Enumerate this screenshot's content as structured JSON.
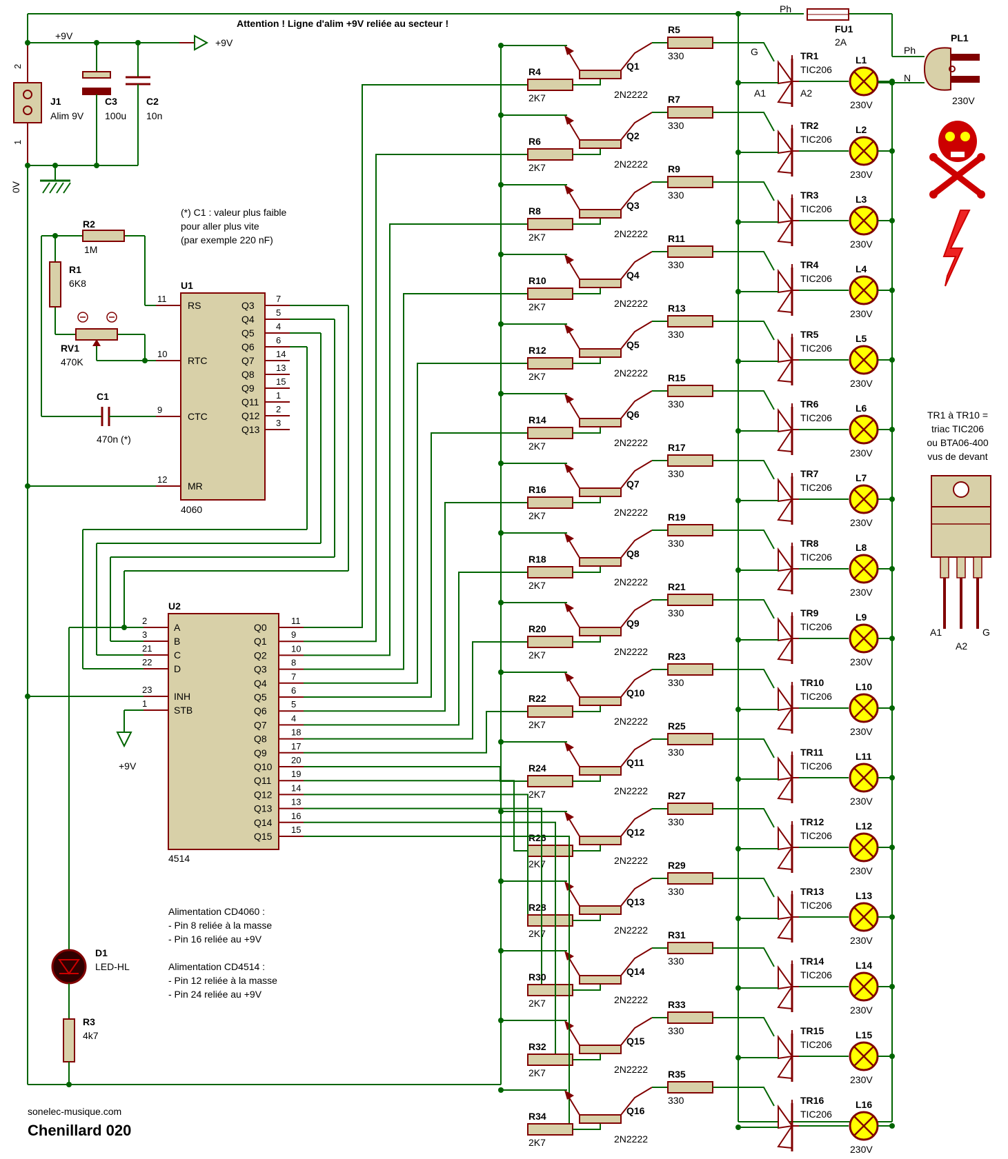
{
  "header": {
    "warning": "Attention ! Ligne d'alim +9V reliée au secteur !"
  },
  "net": {
    "nine_v": "+9V",
    "zero_v": "0V",
    "ph": "Ph",
    "n": "N"
  },
  "fuse": {
    "ref": "FU1",
    "val": "2A"
  },
  "plug": {
    "ref": "PL1",
    "val": "230V"
  },
  "j1": {
    "ref": "J1",
    "val": "Alim 9V",
    "pin1": "1",
    "pin2": "2"
  },
  "c3": {
    "ref": "C3",
    "val": "100u"
  },
  "c2": {
    "ref": "C2",
    "val": "10n"
  },
  "c1": {
    "ref": "C1",
    "val": "470n (*)"
  },
  "r1": {
    "ref": "R1",
    "val": "6K8"
  },
  "r2": {
    "ref": "R2",
    "val": "1M"
  },
  "rv1": {
    "ref": "RV1",
    "val": "470K"
  },
  "d1": {
    "ref": "D1",
    "val": "LED-HL"
  },
  "r3": {
    "ref": "R3",
    "val": "4k7"
  },
  "c1note": [
    "(*) C1 : valeur plus faible",
    "pour aller plus vite",
    "(par exemple 220 nF)"
  ],
  "u1": {
    "ref": "U1",
    "part": "4060",
    "left": [
      {
        "n": "11",
        "l": "RS"
      },
      {
        "n": "10",
        "l": "RTC"
      },
      {
        "n": "9",
        "l": "CTC"
      },
      {
        "n": "12",
        "l": "MR"
      }
    ],
    "right": [
      {
        "n": "7",
        "l": "Q3"
      },
      {
        "n": "5",
        "l": "Q4"
      },
      {
        "n": "4",
        "l": "Q5"
      },
      {
        "n": "6",
        "l": "Q6"
      },
      {
        "n": "14",
        "l": "Q7"
      },
      {
        "n": "13",
        "l": "Q8"
      },
      {
        "n": "15",
        "l": "Q9"
      },
      {
        "n": "1",
        "l": "Q11"
      },
      {
        "n": "2",
        "l": "Q12"
      },
      {
        "n": "3",
        "l": "Q13"
      }
    ]
  },
  "u2": {
    "ref": "U2",
    "part": "4514",
    "left": [
      {
        "n": "2",
        "l": "A"
      },
      {
        "n": "3",
        "l": "B"
      },
      {
        "n": "21",
        "l": "C"
      },
      {
        "n": "22",
        "l": "D"
      },
      {
        "n": "23",
        "l": "INH"
      },
      {
        "n": "1",
        "l": "STB"
      }
    ],
    "right": [
      {
        "n": "11",
        "l": "Q0"
      },
      {
        "n": "9",
        "l": "Q1"
      },
      {
        "n": "10",
        "l": "Q2"
      },
      {
        "n": "8",
        "l": "Q3"
      },
      {
        "n": "7",
        "l": "Q4"
      },
      {
        "n": "6",
        "l": "Q5"
      },
      {
        "n": "5",
        "l": "Q6"
      },
      {
        "n": "4",
        "l": "Q7"
      },
      {
        "n": "18",
        "l": "Q8"
      },
      {
        "n": "17",
        "l": "Q9"
      },
      {
        "n": "20",
        "l": "Q10"
      },
      {
        "n": "19",
        "l": "Q11"
      },
      {
        "n": "14",
        "l": "Q12"
      },
      {
        "n": "13",
        "l": "Q13"
      },
      {
        "n": "16",
        "l": "Q14"
      },
      {
        "n": "15",
        "l": "Q15"
      }
    ]
  },
  "channels": [
    {
      "rb": "R4",
      "rc": "R5",
      "q": "Q1",
      "tr": "TR1",
      "l": "L1"
    },
    {
      "rb": "R6",
      "rc": "R7",
      "q": "Q2",
      "tr": "TR2",
      "l": "L2"
    },
    {
      "rb": "R8",
      "rc": "R9",
      "q": "Q3",
      "tr": "TR3",
      "l": "L3"
    },
    {
      "rb": "R10",
      "rc": "R11",
      "q": "Q4",
      "tr": "TR4",
      "l": "L4"
    },
    {
      "rb": "R12",
      "rc": "R13",
      "q": "Q5",
      "tr": "TR5",
      "l": "L5"
    },
    {
      "rb": "R14",
      "rc": "R15",
      "q": "Q6",
      "tr": "TR6",
      "l": "L6"
    },
    {
      "rb": "R16",
      "rc": "R17",
      "q": "Q7",
      "tr": "TR7",
      "l": "L7"
    },
    {
      "rb": "R18",
      "rc": "R19",
      "q": "Q8",
      "tr": "TR8",
      "l": "L8"
    },
    {
      "rb": "R20",
      "rc": "R21",
      "q": "Q9",
      "tr": "TR9",
      "l": "L9"
    },
    {
      "rb": "R22",
      "rc": "R23",
      "q": "Q10",
      "tr": "TR10",
      "l": "L10"
    },
    {
      "rb": "R24",
      "rc": "R25",
      "q": "Q11",
      "tr": "TR11",
      "l": "L11"
    },
    {
      "rb": "R26",
      "rc": "R27",
      "q": "Q12",
      "tr": "TR12",
      "l": "L12"
    },
    {
      "rb": "R28",
      "rc": "R29",
      "q": "Q13",
      "tr": "TR13",
      "l": "L13"
    },
    {
      "rb": "R30",
      "rc": "R31",
      "q": "Q14",
      "tr": "TR14",
      "l": "L14"
    },
    {
      "rb": "R32",
      "rc": "R33",
      "q": "Q15",
      "tr": "TR15",
      "l": "L15"
    },
    {
      "rb": "R34",
      "rc": "R35",
      "q": "Q16",
      "tr": "TR16",
      "l": "L16"
    }
  ],
  "values": {
    "rb": "2K7",
    "rc": "330",
    "q": "2N2222",
    "tr": "TIC206",
    "lamp": "230V"
  },
  "triac_pins": {
    "g": "G",
    "a1": "A1",
    "a2": "A2"
  },
  "triac_note": [
    "TR1 à TR10 =",
    "triac TIC206",
    "ou BTA06-400",
    "vus de devant"
  ],
  "pkg_pins": {
    "a1": "A1",
    "a2": "A2",
    "g": "G"
  },
  "supply_note": [
    "Alimentation CD4060 :",
    "- Pin 8 reliée à la masse",
    "- Pin 16 reliée au +9V",
    "",
    "Alimentation CD4514 :",
    "- Pin 12 reliée à la masse",
    "- Pin 24 reliée au +9V"
  ],
  "footer": {
    "site": "sonelec-musique.com",
    "title": "Chenillard 020"
  },
  "colors": {
    "wire": "#006400",
    "pin": "#800000",
    "body": "#d8d0a8",
    "lamp": "#ffff00",
    "red": "#cc0000"
  }
}
